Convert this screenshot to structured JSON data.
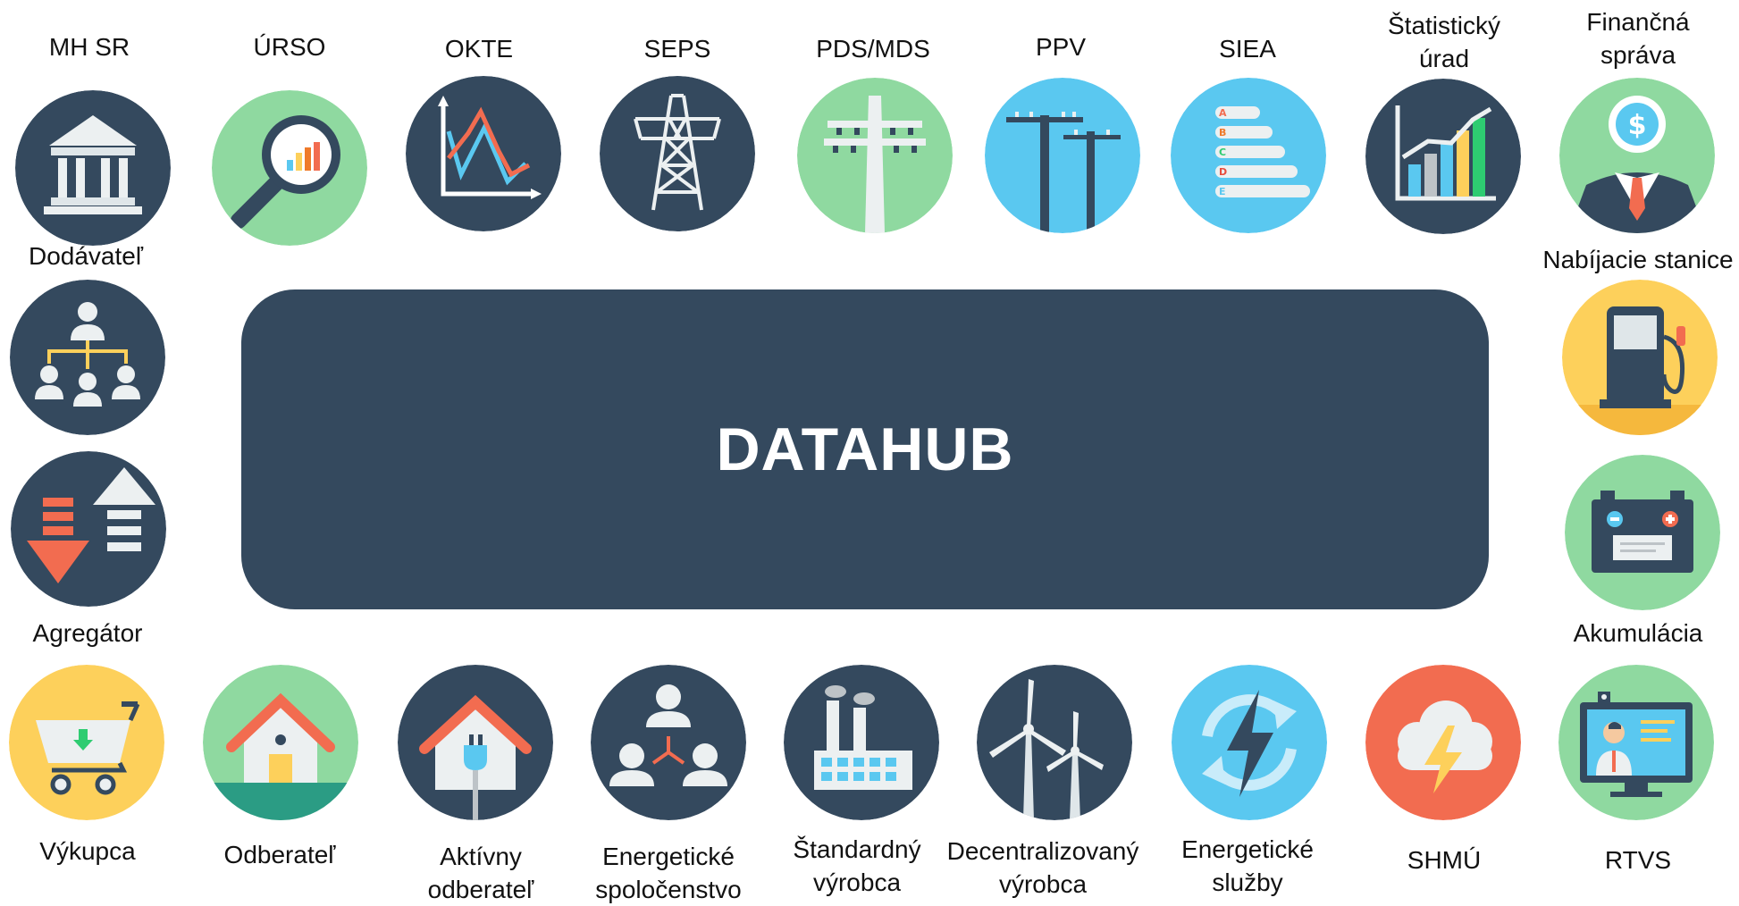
{
  "hub": {
    "label": "DATAHUB"
  },
  "colors": {
    "hub": "#34495e",
    "dark": "#34495e",
    "green": "#8fd9a0",
    "blue": "#5ac8f0",
    "yellow": "#fdd05b",
    "red": "#f26c50",
    "orange": "#ef7a2a"
  },
  "top_row": [
    {
      "label": "MH SR",
      "icon": "government-building-icon"
    },
    {
      "label": "ÚRSO",
      "icon": "magnifier-chart-icon"
    },
    {
      "label": "OKTE",
      "icon": "line-graph-icon"
    },
    {
      "label": "SEPS",
      "icon": "transmission-tower-icon"
    },
    {
      "label": "PDS/MDS",
      "icon": "distribution-pole-icon"
    },
    {
      "label": "PPV",
      "icon": "power-lines-icon"
    },
    {
      "label": "SIEA",
      "icon": "energy-label-icon"
    },
    {
      "label": "Štatistický\núrad",
      "icon": "bar-chart-growth-icon"
    },
    {
      "label": "Finančná\nspráva",
      "icon": "financial-officer-icon"
    }
  ],
  "left_column": [
    {
      "label": "Dodávateľ",
      "icon": "organization-icon"
    },
    {
      "label": "Agregátor",
      "icon": "up-down-arrows-icon"
    }
  ],
  "right_column": [
    {
      "label": "Nabíjacie stanice",
      "icon": "charging-station-icon"
    },
    {
      "label": "Akumulácia",
      "icon": "battery-icon"
    }
  ],
  "bottom_row": [
    {
      "label": "Výkupca",
      "icon": "shopping-cart-icon"
    },
    {
      "label": "Odberateľ",
      "icon": "house-icon"
    },
    {
      "label": "Aktívny\nodberateľ",
      "icon": "house-plug-icon"
    },
    {
      "label": "Energetické\nspoločenstvo",
      "icon": "community-icon"
    },
    {
      "label": "Štandardný\nvýrobca",
      "icon": "factory-icon"
    },
    {
      "label": "Decentralizovaný\nvýrobca",
      "icon": "wind-turbines-icon"
    },
    {
      "label": "Energetické\nslužby",
      "icon": "energy-cycle-icon"
    },
    {
      "label": "SHMÚ",
      "icon": "weather-cloud-icon"
    },
    {
      "label": "RTVS",
      "icon": "tv-presenter-icon"
    }
  ]
}
